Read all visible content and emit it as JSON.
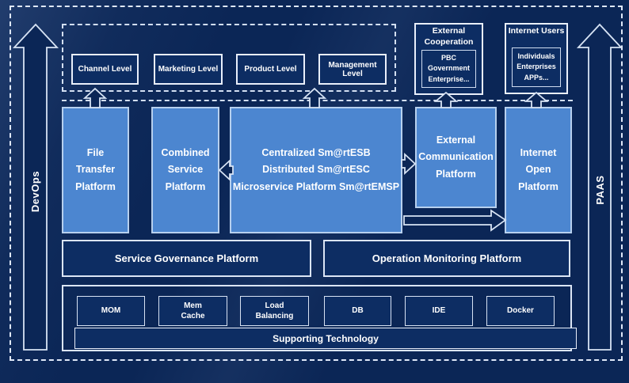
{
  "side_arrows": {
    "left_label": "DevOps",
    "right_label": "PAAS"
  },
  "business_levels": [
    "Channel Level",
    "Marketing Level",
    "Product Level",
    "Management Level"
  ],
  "external_cooperation": {
    "title": "External\nCooperation",
    "members": "PBC Government\nEnterprise..."
  },
  "internet_users": {
    "title": "Internet Users",
    "members": "Individuals\nEnterprises\nAPPs..."
  },
  "platforms": {
    "file_transfer": "File\nTransfer\nPlatform",
    "combined_service": "Combined\nService\nPlatform",
    "esb": "Centralized Sm@rtESB\nDistributed Sm@rtESC\nMicroservice Platform Sm@rtEMSP",
    "external_communication": "External\nCommunication\nPlatform",
    "internet_open": "Internet\nOpen\nPlatform"
  },
  "management_platforms": [
    "Service Governance Platform",
    "Operation Monitoring Platform"
  ],
  "technologies": [
    "MOM",
    "Mem\nCache",
    "Load\nBalancing",
    "DB",
    "IDE",
    "Docker"
  ],
  "supporting_technology": "Supporting Technology",
  "colors": {
    "background": "#0b2656",
    "dark_box_fill": "#0d2d63",
    "light_box_fill": "#4c86d0",
    "light_box_border": "#b7d0ee",
    "line": "#dfe8f8",
    "text": "#ffffff"
  }
}
